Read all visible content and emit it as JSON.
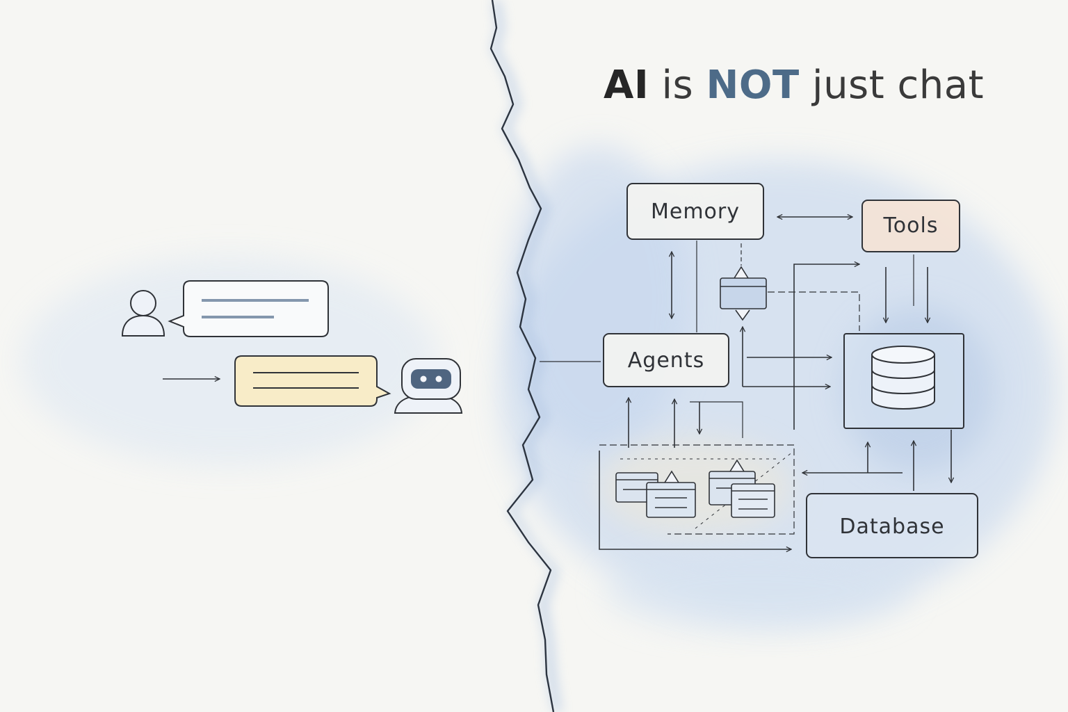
{
  "title": {
    "part1": "AI",
    "part2": " is ",
    "part3": "NOT",
    "part4": " just chat"
  },
  "nodes": {
    "memory": "Memory",
    "tools": "Tools",
    "agents": "Agents",
    "database": "Database"
  },
  "icons": {
    "user": "user-avatar-icon",
    "bot": "robot-icon",
    "database": "database-cylinder-icon",
    "windows": "app-window-icons"
  },
  "colors": {
    "ink": "#2f3237",
    "accent_blue": "#4d6b88",
    "wash_blue": "#c9d9ee",
    "wash_yellow": "#f8ecc8",
    "wash_peach": "#f7e3d3",
    "bubble_line": "#8497ad"
  }
}
